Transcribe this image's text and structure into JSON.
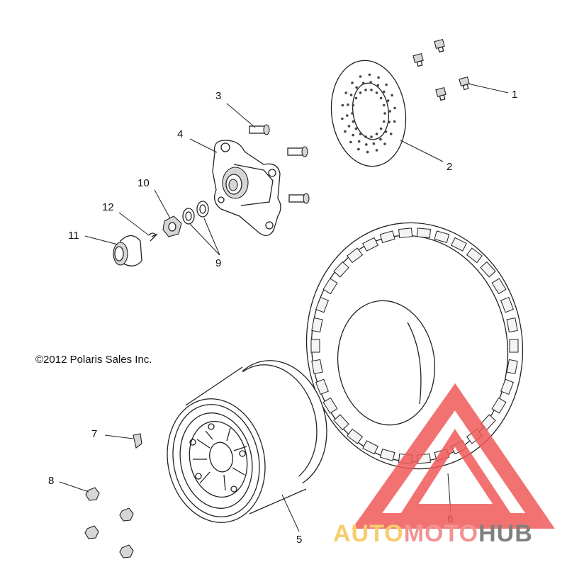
{
  "copyright": "©2012 Polaris Sales Inc.",
  "callouts": [
    "1",
    "2",
    "3",
    "4",
    "5",
    "6",
    "7",
    "8",
    "9",
    "10",
    "11",
    "12"
  ],
  "watermark": {
    "word1": "AUTO",
    "word2": "MOTO",
    "word3": "HUB",
    "colors": {
      "auto": "#f6c453",
      "moto": "#f08080",
      "hub": "#6b6b6b",
      "triangle": "#f05a5a"
    }
  }
}
